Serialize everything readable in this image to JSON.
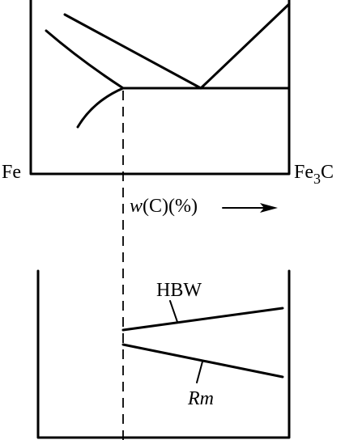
{
  "phase_diagram": {
    "left_label": "Fe",
    "right_label_base": "Fe",
    "right_label_subscript": "3",
    "right_label_suffix": "C"
  },
  "axis": {
    "label_var": "w",
    "label_rest": "(C)(%)"
  },
  "properties_diagram": {
    "hardness_label": "HBW",
    "strength_label_letter": "R",
    "strength_label_subscript": "m"
  }
}
